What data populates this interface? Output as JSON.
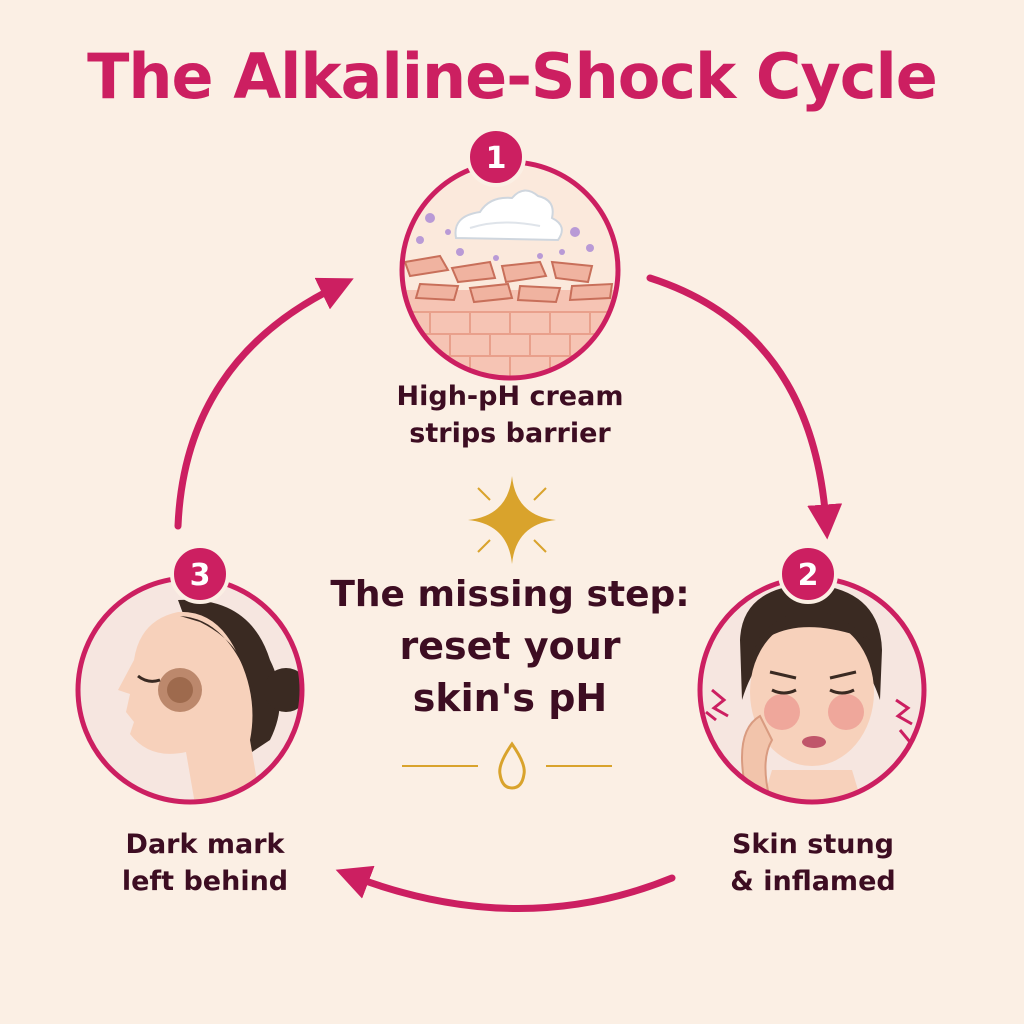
{
  "title": "The Alkaline-Shock Cycle",
  "steps": [
    {
      "number": "1",
      "label_line1": "High-pH cream",
      "label_line2": "strips barrier",
      "illustration": "cream-on-skin-barrier"
    },
    {
      "number": "2",
      "label_line1": "Skin stung",
      "label_line2": "& inflamed",
      "illustration": "woman-irritated-skin"
    },
    {
      "number": "3",
      "label_line1": "Dark mark",
      "label_line2": "left behind",
      "illustration": "woman-dark-spot-profile"
    }
  ],
  "center": {
    "line1": "The missing step:",
    "line2": "reset your",
    "line3": "skin's pH",
    "icons": [
      "sparkle-icon",
      "droplet-icon"
    ]
  },
  "colors": {
    "accent": "#cc1f61",
    "text": "#3d0d22",
    "background": "#fbefe4",
    "gold": "#d9a32c"
  }
}
